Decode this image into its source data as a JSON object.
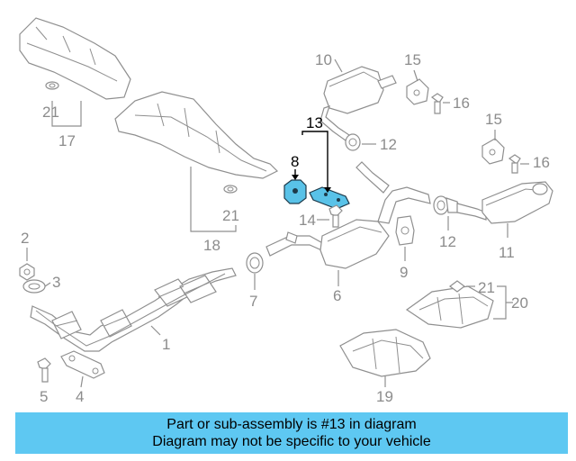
{
  "callouts": {
    "c1": "1",
    "c2": "2",
    "c3": "3",
    "c4": "4",
    "c5": "5",
    "c6": "6",
    "c7": "7",
    "c8": "8",
    "c9": "9",
    "c10": "10",
    "c11": "11",
    "c12a": "12",
    "c12b": "12",
    "c13": "13",
    "c14": "14",
    "c15a": "15",
    "c15b": "15",
    "c16a": "16",
    "c16b": "16",
    "c17": "17",
    "c18": "18",
    "c19": "19",
    "c20": "20",
    "c21a": "21",
    "c21b": "21",
    "c21c": "21"
  },
  "highlighted_part": "13",
  "colors": {
    "highlight": "#59c2e8",
    "banner": "#5ec8f2",
    "line": "#8f8f8f"
  },
  "banner": {
    "line1": "Part or sub-assembly is #13 in diagram",
    "line2": "Diagram may not be specific to your vehicle"
  }
}
